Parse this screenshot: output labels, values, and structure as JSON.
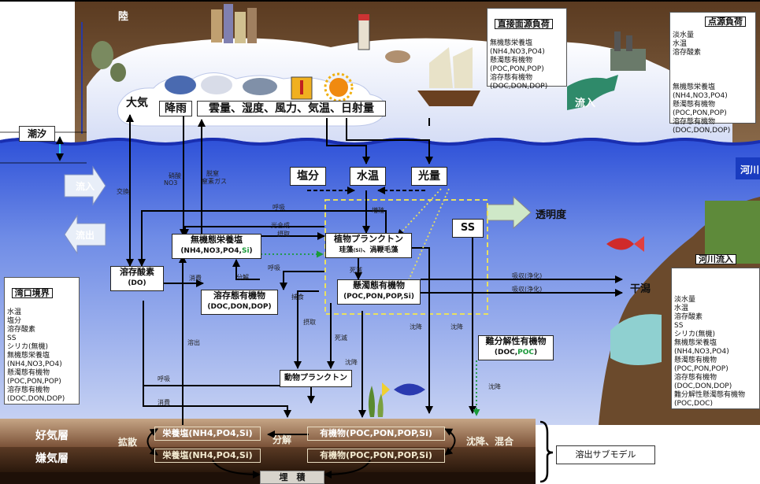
{
  "regions": {
    "land": "陸",
    "tide": "潮汐",
    "bay_mouth": "湾口境界",
    "inflow": "流入",
    "outflow": "流出",
    "river_inflow": "河川流入",
    "river": "河川",
    "tidal_flat": "干潟",
    "aerobic": "好気層",
    "anaerobic": "嫌気層",
    "elution_submodel": "溶出サブモデル",
    "burial": "埋　積",
    "transparency": "透明度",
    "atmosphere": "大気",
    "rain": "降雨",
    "weather": "雲量、湿度、風力、気温、日射量",
    "direct_inflow": "流入"
  },
  "nodes": {
    "salinity": "塩分",
    "water_temp": "水温",
    "light": "光量",
    "ss": "SS",
    "do_title": "溶存酸素",
    "do_sub": "(DO)",
    "inorg_title": "無機態栄養塩",
    "inorg_sub_a": "(NH4,NO3,PO4,",
    "inorg_sub_b": "Si",
    "inorg_sub_c": ")",
    "phyto_title": "植物プランクトン",
    "phyto_sub": "珪藻",
    "phyto_sub_small": "(Si)",
    "phyto_sub2": "、渦鞭毛藻",
    "dissolved_title": "溶存態有機物",
    "dissolved_sub": "(DOC,DON,DOP)",
    "particulate_title": "懸濁態有機物",
    "particulate_sub": "(POC,PON,POP,Si)",
    "refractory_title": "難分解性有機物",
    "refractory_sub_a": "(DOC,",
    "refractory_sub_b": "POC",
    "refractory_sub_c": ")",
    "zoo": "動物プランクトン",
    "sed_nut_1": "栄養塩(NH4,PO4,Si)",
    "sed_org_1": "有機物(POC,PON,POP,Si)",
    "sed_nut_2": "栄養塩(NH4,PO4,Si)",
    "sed_org_2": "有機物(POC,PON,POP,Si)"
  },
  "process_labels": {
    "exchange": "交換",
    "nitrate": "硝酸",
    "no3": "NO3",
    "denit": "脱窒",
    "n_gas": "窒素ガス",
    "respiration1": "呼吸",
    "photosynthesis": "光合成",
    "uptake": "摂取",
    "consumption1": "消費",
    "decomposition": "分解",
    "respiration2": "呼吸",
    "extinction1": "死滅",
    "predation": "捕食",
    "grazing": "摂取",
    "extinction2": "死滅",
    "elution": "溶出",
    "respiration3": "呼吸",
    "consumption2": "消費",
    "proliferation": "増殖",
    "sinking1": "沈降",
    "sinking2": "沈降",
    "sinking3": "沈降",
    "sinking4": "沈降",
    "absorb1": "吸収(浄化)",
    "absorb2": "吸収(浄化)",
    "diffusion": "拡散",
    "decomp_sed": "分解",
    "settle_mix": "沈降、混合"
  },
  "panels": {
    "direct_load": {
      "title": "直接面源負荷",
      "lines": [
        "無機態栄養塩",
        "(NH4,NO3,PO4)",
        "懸濁態有機物",
        "(POC,PON,POP)",
        "溶存態有機物",
        "(DOC,DON,DOP)"
      ]
    },
    "point_load": {
      "title": "点源負荷",
      "pre": [
        "淡水量",
        "水温",
        "溶存酸素"
      ],
      "lines": [
        "無機態栄養塩",
        "(NH4,NO3,PO4)",
        "懸濁態有機物",
        "(POC,PON,POP)",
        "溶存態有機物",
        "(DOC,DON,DOP)"
      ]
    },
    "bay_boundary": {
      "lines": [
        "水温",
        "塩分",
        "溶存酸素",
        "SS",
        "シリカ(無機)",
        "無機態栄養塩",
        "(NH4,NO3,PO4)",
        "懸濁態有機物",
        "(POC,PON,POP)",
        "溶存態有機物",
        "(DOC,DON,DOP)"
      ]
    },
    "river_inflow": {
      "lines": [
        "淡水量",
        "水温",
        "溶存酸素",
        "SS",
        "シリカ(無機)",
        "無機態栄養塩",
        "(NH4,NO3,PO4)",
        "懸濁態有機物",
        "(POC,PON,POP)",
        "溶存態有機物",
        "(DOC,DON,DOP)",
        "難分解性懸濁態有機物",
        "(POC,DOC)"
      ]
    }
  },
  "colors": {
    "sky": "#ffffff",
    "land": "#6b4a2c",
    "sea_top": "#4a6ee0",
    "sea_bottom": "#b8c6ef",
    "sediment_aerobic": "#9a7055",
    "sediment_anaerobic": "#3e2718",
    "accent_green": "#1a9a3a",
    "dashed_yellow": "#e8e060"
  }
}
